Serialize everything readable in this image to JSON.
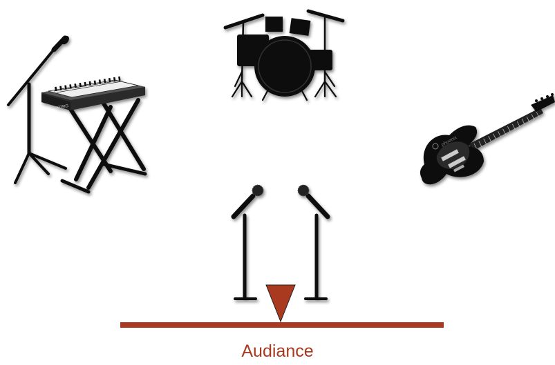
{
  "audience": {
    "label": "Audiance"
  },
  "keyboard_brand": "KORG",
  "guitar_brand": "phoenix",
  "instruments": [
    {
      "name": "keyboard-with-mic-stand",
      "icon": "keyboard-icon"
    },
    {
      "name": "drum-kit",
      "icon": "drum-kit-icon"
    },
    {
      "name": "electric-guitar",
      "icon": "guitar-icon"
    },
    {
      "name": "vocal-mic-left",
      "icon": "microphone-icon"
    },
    {
      "name": "vocal-mic-right",
      "icon": "microphone-icon"
    }
  ],
  "colors": {
    "accent": "#a93a20",
    "ink": "#111111",
    "shadow": "#9a9a9a"
  }
}
